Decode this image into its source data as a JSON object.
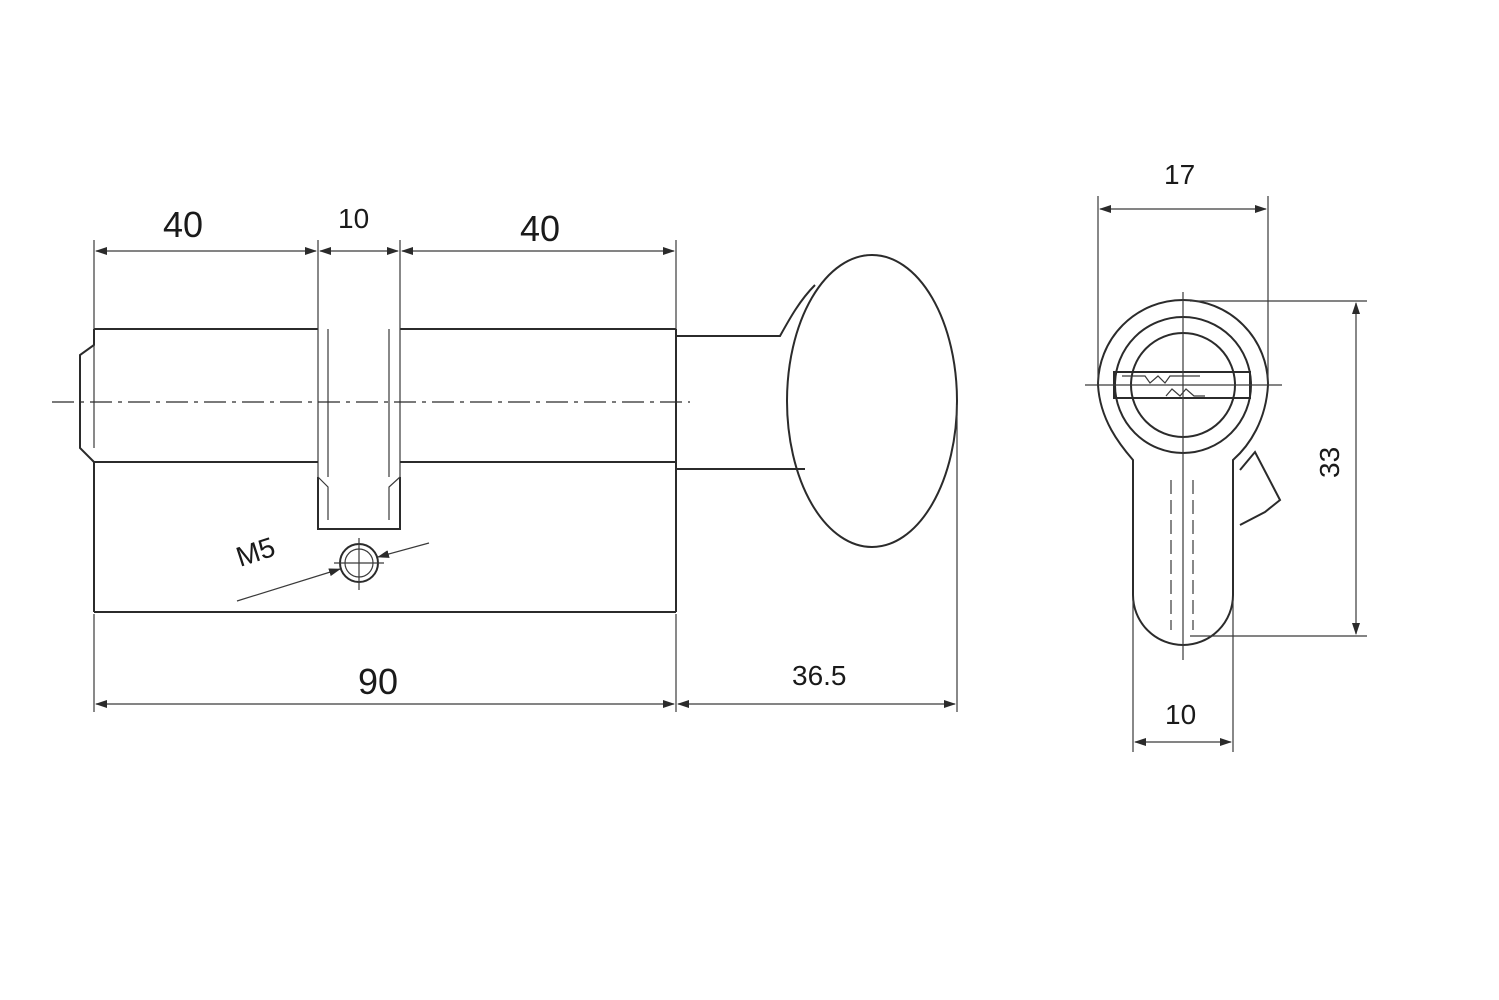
{
  "side_view": {
    "dims": {
      "left_length": "40",
      "cam_width": "10",
      "right_length": "40",
      "total_length": "90",
      "knob_length": "36.5",
      "screw_thread": "M5"
    }
  },
  "end_view": {
    "dims": {
      "width": "17",
      "height": "33",
      "bottom_width": "10"
    }
  }
}
